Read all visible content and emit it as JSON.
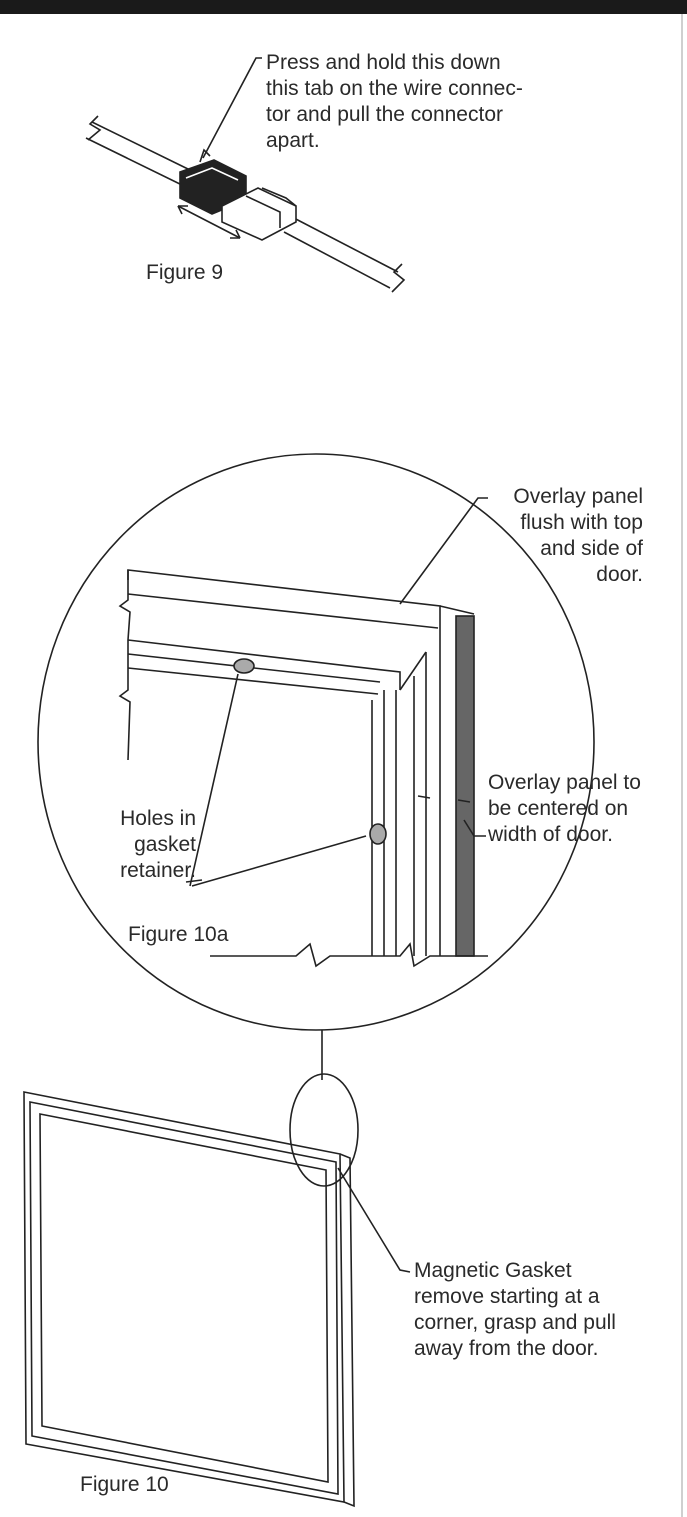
{
  "figure9": {
    "caption": "Figure 9",
    "callout": [
      "Press and hold this down",
      "this tab on the wire connec-",
      "tor and pull the connector",
      "apart."
    ]
  },
  "figure10a": {
    "caption": "Figure 10a",
    "callout_overlay_top": [
      "Overlay panel",
      "flush with top",
      "and side of",
      "door."
    ],
    "callout_overlay_center": [
      "Overlay panel to",
      "be centered on",
      "width of door."
    ],
    "callout_holes": [
      "Holes in",
      "gasket",
      "retainer."
    ]
  },
  "figure10": {
    "caption": "Figure 10",
    "callout_gasket": [
      "Magnetic Gasket",
      "remove starting at a",
      "corner, grasp and pull",
      "away from the door."
    ]
  }
}
